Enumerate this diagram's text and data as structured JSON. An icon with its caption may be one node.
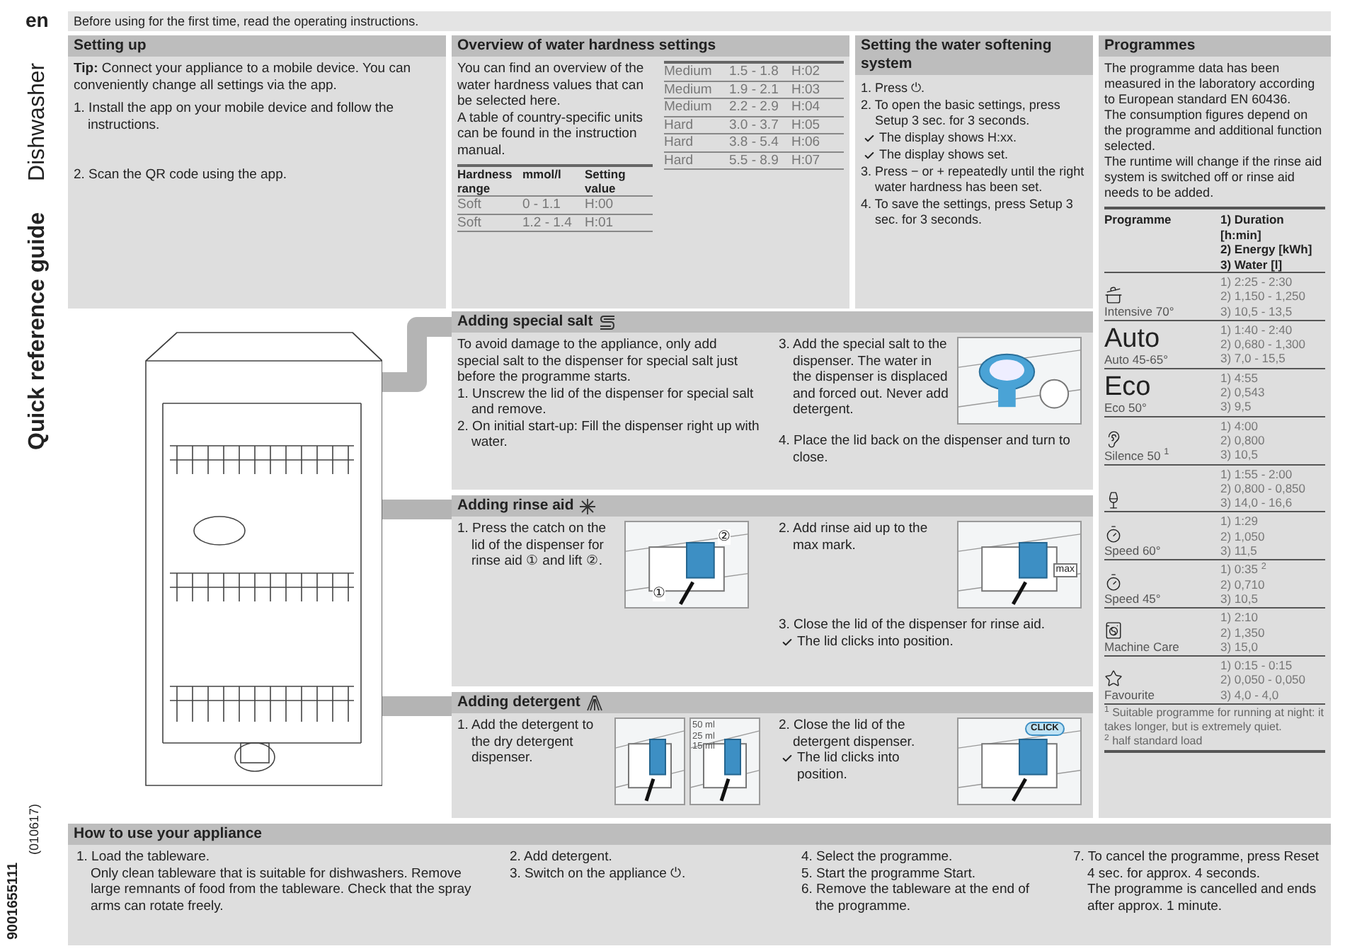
{
  "diagram": {
    "nodes": [
      {
        "text": [
          "Before using for the first time, read the operating instructions."
        ]
      },
      {
        "text": [
          "Setting up",
          "**Tip:** Connect your appliance to a mobile device. You can conveniently change all settings via the app.",
          "1. Install the app on your mobile device and follow the instructions.",
          "2. Scan the QR code using the app."
        ]
      },
      {
        "text": [
          "Overview of water hardness settings",
          "You can find an overview of the water hardness values that can be selected here.",
          "A table of country-specific units can be found in the instruction manual.",
          "Hardness range",
          "mmol/l",
          "Setting value",
          "Soft",
          "0 - 1.1",
          "H:00",
          "Soft",
          "1.2 - 1.4",
          "H:01",
          "Medium",
          "1.5 - 1.8",
          "H:02",
          "Medium",
          "1.9 - 2.1",
          "H:03",
          "Medium",
          "2.2 - 2.9",
          "H:04",
          "Hard",
          "3.0 - 3.7",
          "H:05",
          "Hard",
          "3.8 - 5.4",
          "H:06",
          "Hard",
          "5.5 - 8.9",
          "H:07"
        ]
      },
      {
        "text": [
          "Setting the water softening system",
          "1. Press ⏻.",
          "2. To open the basic settings, press Setup 3 sec. for 3 seconds.",
          "The display shows H:xx.",
          "The display shows set.",
          "3. Press − or + repeatedly until the right water hardness has been set.",
          "4. To save the settings, press Setup 3 sec. for 3 seconds."
        ]
      },
      {
        "text": [
          "Programmes",
          "The programme data has been measured in the laboratory according to European standard EN 60436.",
          "The consumption figures depend on the programme and additional function selected.",
          "The runtime will change if the rinse aid system is switched off or rinse aid needs to be added.",
          "Programme",
          "1) Duration [h:min]",
          "2) Energy [kWh]",
          "3) Water [l]",
          "$^{1}$ Suitable programme for running at night: it takes longer, but is extremely quiet.",
          "$^{2}$ half standard load"
        ]
      },
      {
        "text": [
          "Intensive 70°",
          "1) 2:25 - 2:30",
          "2) 1,150 - 1,250",
          "3) 10,5 - 13,5"
        ],
        "in": 4
      },
      {
        "text": [
          "Auto",
          "Auto 45-65°",
          "1) 1:40 - 2:40",
          "2) 0,680 - 1,300",
          "3) 7,0 - 15,5"
        ],
        "in": 4
      },
      {
        "text": [
          "Eco",
          "Eco 50°",
          "1) 4:55",
          "2) 0,543",
          "3) 9,5"
        ],
        "in": 4
      },
      {
        "text": [
          "Silence 50 $^{1}$",
          "1) 4:00",
          "2) 0,800",
          "3) 10,5"
        ],
        "in": 4
      },
      {
        "text": [
          "1) 1:55 - 2:00",
          "2) 0,800 - 0,850",
          "3) 14,0 - 16,6"
        ],
        "in": 4
      },
      {
        "text": [
          "Speed 60°",
          "1) 1:29",
          "2) 1,050",
          "3) 11,5"
        ],
        "in": 4
      },
      {
        "text": [
          "Speed 45°",
          "1) 0:35 $^{2}$",
          "2) 0,710",
          "3) 10,5"
        ],
        "in": 4
      },
      {
        "text": [
          "Machine Care",
          "1) 2:10",
          "2) 1,350",
          "3) 15,0"
        ],
        "in": 4
      },
      {
        "text": [
          "Favourite",
          "1) 0:15 - 0:15",
          "2) 0,050 - 0,050",
          "3) 4,0 - 4,0"
        ],
        "in": 4
      },
      {
        "text": [],
        "shape": "picture"
      },
      {
        "text": [
          "Adding special salt",
          "To avoid damage to the appliance, only add special salt to the dispenser for special salt just before the programme starts.",
          "1. Unscrew the lid of the dispenser for special salt and remove.",
          "2. On initial start-up: Fill the dispenser right up with water.",
          "3. Add the special salt to the dispenser. The water in the dispenser is displaced and forced out. Never add detergent.",
          "4. Place the lid back on the dispenser and turn to close."
        ]
      },
      {
        "text": [
          "Adding rinse aid",
          "1. Press the catch on the lid of the dispenser for rinse aid ① and lift ②.",
          "2. Add rinse aid up to the max mark.",
          "3. Close the lid of the dispenser for rinse aid.",
          "The lid clicks into position."
        ]
      },
      {
        "text": [
          "Adding detergent",
          "1. Add the detergent to the dry detergent dispenser.",
          "2. Close the lid of the detergent dispenser.",
          "The lid clicks into position."
        ]
      },
      {
        "text": [
          "How to use your appliance",
          "1. Load the tableware.",
          "Only clean tableware that is suitable for dishwashers. Remove large remnants of food from the tableware. Check that the spray arms can rotate freely.",
          "2. Add detergent.",
          "3. Switch on the appliance ⏻.",
          "4. Select the programme.",
          "5. Start the programme Start.",
          "6. Remove the tableware at the end of the programme.",
          "7. To cancel the programme, press Reset 4 sec. for approx. 4 seconds.",
          "The programme is cancelled and ends after approx. 1 minute."
        ]
      }
    ],
    "edges": [
      {
        "from": 14,
        "to": 15,
        "arrow": "none"
      },
      {
        "from": 14,
        "to": 16,
        "arrow": "none"
      },
      {
        "from": 14,
        "to": 17,
        "arrow": "none"
      }
    ],
    "labels": [
      "en",
      "Quick reference guide",
      "Dishwasher",
      "9001655111",
      "(010617)",
      "①",
      "②",
      "max",
      "50 ml",
      "25 ml",
      "15 ml",
      "CLICK"
    ]
  }
}
